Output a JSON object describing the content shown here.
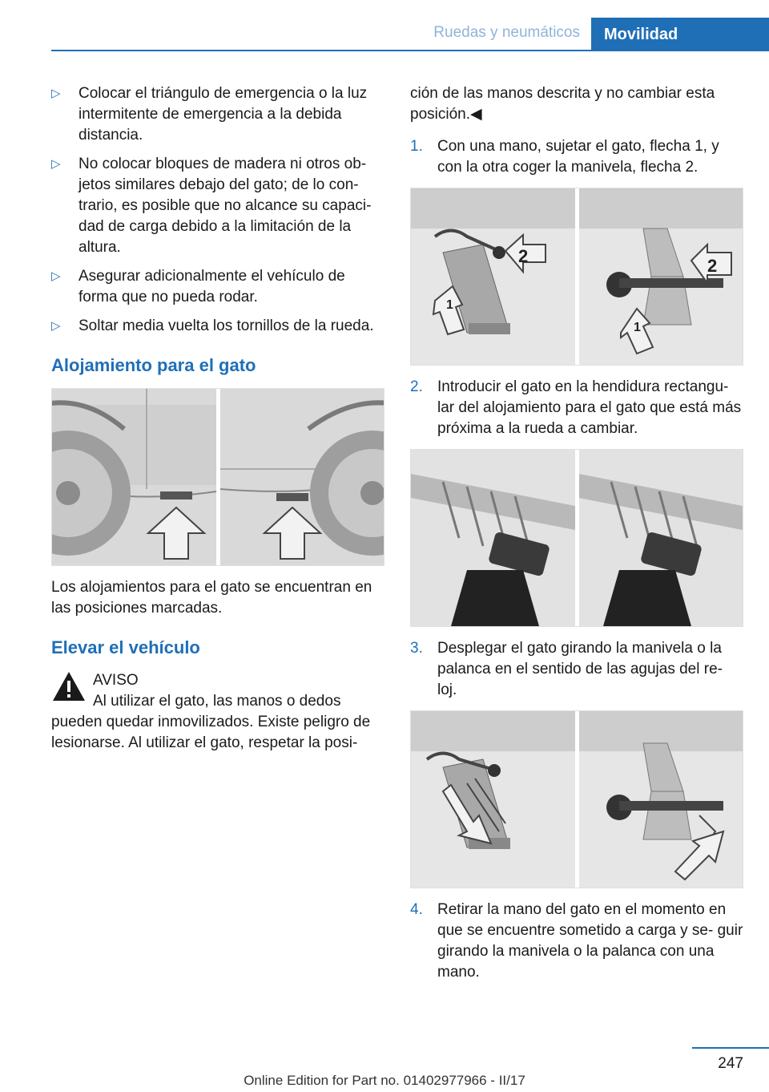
{
  "header": {
    "section": "Ruedas y neumáticos",
    "chapter": "Movilidad"
  },
  "left": {
    "bullets": [
      "Colocar el triángulo de emergencia o la luz intermitente de emergencia a la debida distancia.",
      "No colocar bloques de madera ni otros ob‐ jetos similares debajo del gato; de lo con‐ trario, es posible que no alcance su capaci‐ dad de carga debido a la limitación de la altura.",
      "Asegurar adicionalmente el vehículo de forma que no pueda rodar.",
      "Soltar media vuelta los tornillos de la rueda."
    ],
    "heading1": "Alojamiento para el gato",
    "caption1": "Los alojamientos para el gato se encuentran en las posiciones marcadas.",
    "heading2": "Elevar el vehículo",
    "warning": {
      "title": "AVISO",
      "text": "Al utilizar el gato, las manos o dedos pueden quedar inmovilizados. Existe peligro de lesionarse. Al utilizar el gato, respetar la posi‐"
    }
  },
  "right": {
    "continuation": "ción de las manos descrita y no cambiar esta posición.◀",
    "steps": [
      {
        "num": "1.",
        "text": "Con una mano, sujetar el gato, flecha 1, y con la otra coger la manivela, flecha 2."
      },
      {
        "num": "2.",
        "text": "Introducir el gato en la hendidura rectangu‐ lar del alojamiento para el gato que está más próxima a la rueda a cambiar."
      },
      {
        "num": "3.",
        "text": "Desplegar el gato girando la manivela o la palanca en el sentido de las agujas del re‐ loj."
      },
      {
        "num": "4.",
        "text": "Retirar la mano del gato en el momento en que se encuentre sometido a carga y se‐ guir girando la manivela o la palanca con una mano."
      }
    ],
    "fig1_labels": [
      "1",
      "2",
      "1",
      "2"
    ]
  },
  "footer": {
    "page": "247",
    "edition": "Online Edition for Part no. 01402977966 - II/17"
  },
  "colors": {
    "accent": "#1f6fb7"
  }
}
